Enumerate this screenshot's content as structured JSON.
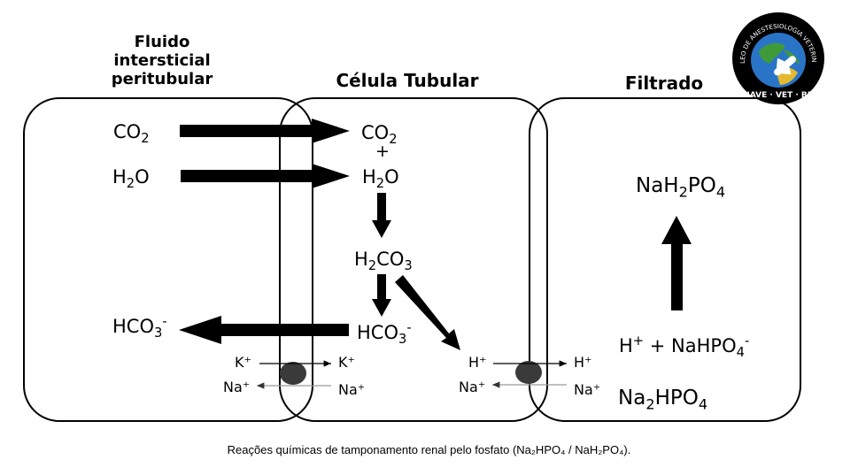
{
  "headers": {
    "left": [
      "Fluido",
      "intersticial",
      "peritubular"
    ],
    "middle": "Célula Tubular",
    "right": "Filtrado"
  },
  "labels": {
    "co2_left": {
      "main": "CO",
      "sub": "2"
    },
    "h2o_left": {
      "pre": "H",
      "sub": "2",
      "post": "O"
    },
    "co2_mid": {
      "main": "CO",
      "sub": "2"
    },
    "plus": "+",
    "h2o_mid": {
      "pre": "H",
      "sub": "2",
      "post": "O"
    },
    "h2co3": {
      "a": "H",
      "s1": "2",
      "b": "CO",
      "s2": "3"
    },
    "hco3_mid": {
      "main": "HCO",
      "sub": "3",
      "sup": "-"
    },
    "hco3_left": {
      "main": "HCO",
      "sub": "3",
      "sup": "-"
    },
    "k_left": "K⁺",
    "k_right": "K⁺",
    "na_left": "Na⁺",
    "na_right": "Na⁺",
    "h_mid": "H⁺",
    "h_right": "H⁺",
    "na_mid": "Na⁺",
    "na_filt": "Na⁺",
    "nah2po4": {
      "a": "NaH",
      "s1": "2",
      "b": "PO",
      "s2": "4"
    },
    "h_nahpo4": {
      "a": "H",
      "sup1": "+",
      "b": " + NaHPO",
      "s2": "4",
      "sup2": "-"
    },
    "na2hpo4": {
      "a": "Na",
      "s1": "2",
      "b": "HPO",
      "s2": "4"
    }
  },
  "logo": {
    "ring_text": "NÚCLEO DE ANESTESIOLOGIA VETERINÁRIA",
    "bottom_text": "NAVE · VET · BR"
  },
  "caption": "Reações químicas de tamponamento renal pelo fosfato (Na₂HPO₄ / NaH₂PO₄).",
  "colors": {
    "line": "#000000",
    "carrier": "#3a3a3a",
    "thin_arrow": "#9a9a9a"
  }
}
